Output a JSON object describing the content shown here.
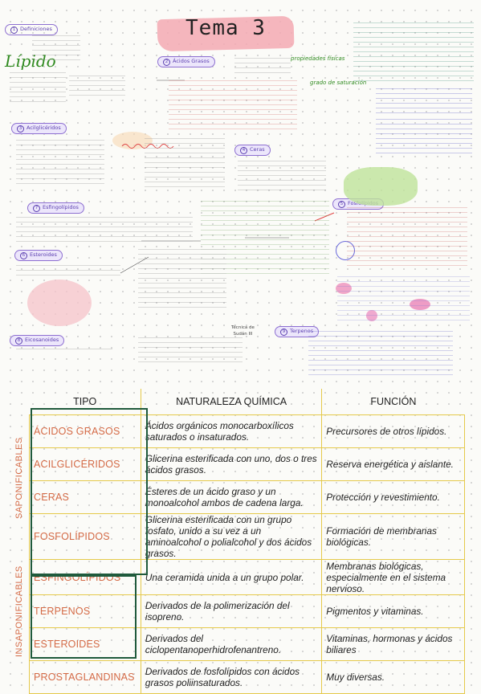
{
  "notes": {
    "title": "Tema 3",
    "main_word": "Lípido",
    "sections": [
      {
        "num": "1",
        "label": "Definiciones"
      },
      {
        "num": "2",
        "label": "Ácidos Grasos"
      },
      {
        "num": "3",
        "label": "Acilglicéridos"
      },
      {
        "num": "4",
        "label": "Ceras"
      },
      {
        "num": "5",
        "label": "Fosfolípidos"
      },
      {
        "num": "6",
        "label": "Esteroides"
      },
      {
        "num": "7",
        "label": "Esfingolípidos"
      },
      {
        "num": "8",
        "label": "Eicosanoides"
      },
      {
        "num": "9",
        "label": "Terpenos"
      }
    ],
    "tecnica": [
      "Técnica de",
      "Sudán III"
    ],
    "grado": "grado de saturación",
    "propiedades": "propiedades físicas"
  },
  "table": {
    "headers": [
      "TIPO",
      "NATURALEZA QUÍMICA",
      "FUNCIÓN"
    ],
    "group_labels": [
      "SAPONIFICABLES",
      "INSAPONIFICABLES"
    ],
    "rows": [
      {
        "tipo": "ÁCIDOS GRASOS",
        "naturaleza": "Ácidos orgánicos monocarboxílicos saturados o insaturados.",
        "funcion": "Precursores de otros lípidos."
      },
      {
        "tipo": "ACILGLICÉRIDOS",
        "naturaleza": "Glicerina esterificada con uno, dos o tres ácidos grasos.",
        "funcion": "Reserva energética y aislante."
      },
      {
        "tipo": "CERAS",
        "naturaleza": "Ésteres de un ácido graso y un monoalcohol ambos de cadena larga.",
        "funcion": "Protección y revestimiento."
      },
      {
        "tipo": "FOSFOLÍPIDOS",
        "naturaleza": "Glicerina esterificada con un grupo fosfato, unido a su vez a un aminoalcohol o polialcohol y dos ácidos grasos.",
        "funcion": "Formación de membranas biológicas."
      },
      {
        "tipo": "ESFINGOLÍPIDOS",
        "naturaleza": "Una ceramida unida a un grupo polar.",
        "funcion": "Membranas biológicas, especialmente en el sistema nervioso."
      },
      {
        "tipo": "TERPENOS",
        "naturaleza": "Derivados de la polimerización del isopreno.",
        "funcion": "Pigmentos y vitaminas."
      },
      {
        "tipo": "ESTEROIDES",
        "naturaleza": "Derivados del ciclopentanoperhidrofenantreno.",
        "funcion": "Vitaminas, hormonas y ácidos biliares"
      },
      {
        "tipo": "PROSTAGLANDINAS",
        "naturaleza": "Derivados de fosfolípidos con ácidos grasos poliinsaturados.",
        "funcion": "Muy diversas."
      }
    ]
  },
  "colors": {
    "accent_pink": "#f3a9b3",
    "table_border": "#e5c94a",
    "tipo_text": "#d46a46",
    "box_green": "#1f5a3c",
    "lipido_green": "#2f8a1f"
  }
}
